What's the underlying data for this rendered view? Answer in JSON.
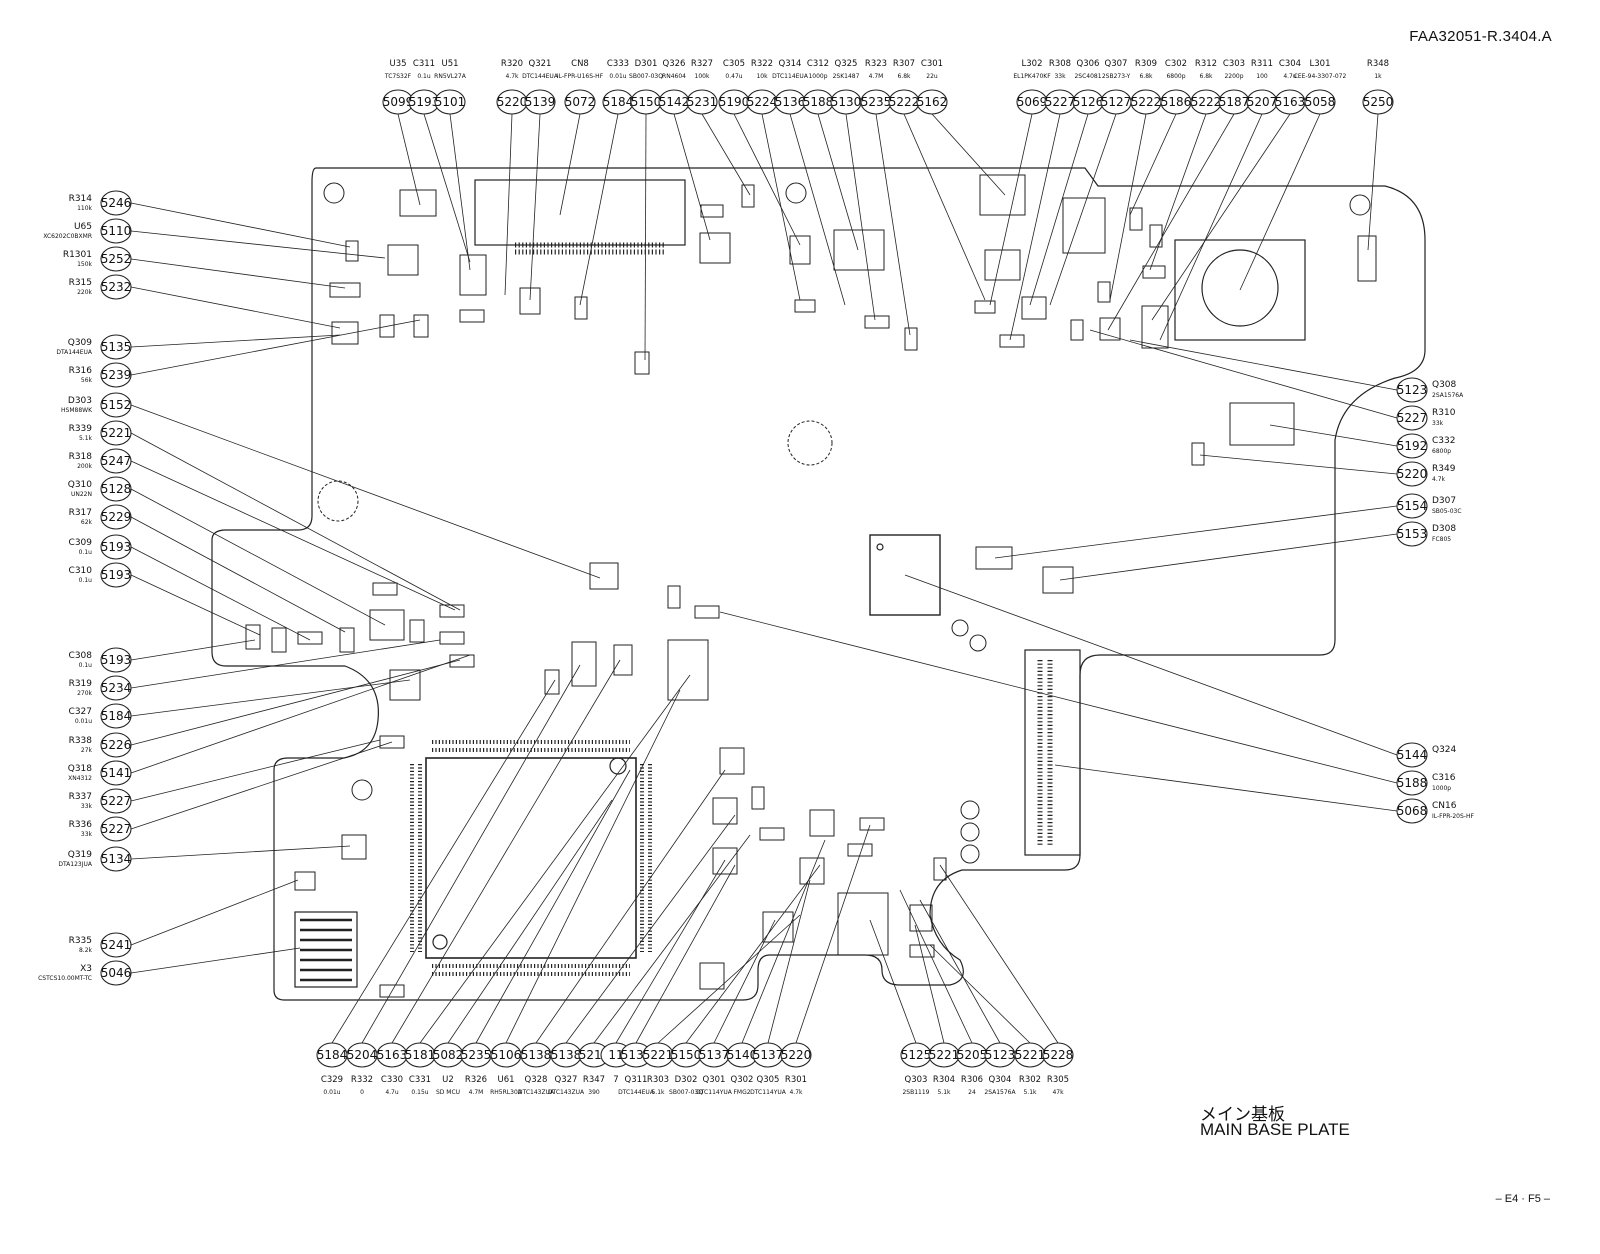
{
  "header": {
    "doc_id": "FAA32051-R.3404.A"
  },
  "footer": {
    "title_jp": "メイン基板",
    "title_en": "MAIN BASE PLATE",
    "page": "– E4 · F5 –"
  },
  "top_callouts": [
    {
      "ref": "U35",
      "val": "TC7S32F",
      "code": "5099"
    },
    {
      "ref": "C311",
      "val": "0.1u",
      "code": "5193"
    },
    {
      "ref": "U51",
      "val": "RN5VL27A",
      "code": "5101"
    },
    {
      "ref": "R320",
      "val": "4.7k",
      "code": "5220"
    },
    {
      "ref": "Q321",
      "val": "DTC144EUA",
      "code": "5139"
    },
    {
      "ref": "CN8",
      "val": "IL-FPR-U16S-HF",
      "code": "5072"
    },
    {
      "ref": "C333",
      "val": "0.01u",
      "code": "5184"
    },
    {
      "ref": "D301",
      "val": "SB007-03Q",
      "code": "5150"
    },
    {
      "ref": "Q326",
      "val": "RN4604",
      "code": "5142"
    },
    {
      "ref": "R327",
      "val": "100k",
      "code": "5231"
    },
    {
      "ref": "C305",
      "val": "0.47u",
      "code": "5190"
    },
    {
      "ref": "R322",
      "val": "10k",
      "code": "5224"
    },
    {
      "ref": "Q314",
      "val": "DTC114EUA",
      "code": "5136"
    },
    {
      "ref": "C312",
      "val": "1000p",
      "code": "5188"
    },
    {
      "ref": "Q325",
      "val": "2SK1487",
      "code": "5130"
    },
    {
      "ref": "R323",
      "val": "4.7M",
      "code": "5235"
    },
    {
      "ref": "R307",
      "val": "6.8k",
      "code": "5222"
    },
    {
      "ref": "C301",
      "val": "22u",
      "code": "5162"
    },
    {
      "ref": "L302",
      "val": "EL1PK470KF",
      "code": "5069"
    },
    {
      "ref": "R308",
      "val": "33k",
      "code": "5227"
    },
    {
      "ref": "Q306",
      "val": "2SC4081",
      "code": "5126"
    },
    {
      "ref": "Q307",
      "val": "2SB273-Y",
      "code": "5127"
    },
    {
      "ref": "R309",
      "val": "6.8k",
      "code": "5222"
    },
    {
      "ref": "C302",
      "val": "6800p",
      "code": "5186"
    },
    {
      "ref": "R312",
      "val": "6.8k",
      "code": "5222"
    },
    {
      "ref": "C303",
      "val": "2200p",
      "code": "5187"
    },
    {
      "ref": "R311",
      "val": "100",
      "code": "5207"
    },
    {
      "ref": "C304",
      "val": "4.7u",
      "code": "5163"
    },
    {
      "ref": "L301",
      "val": "CEE-94-3307-072",
      "code": "5058"
    },
    {
      "ref": "R348",
      "val": "1k",
      "code": "5250"
    }
  ],
  "left_callouts": [
    {
      "ref": "R314",
      "val": "110k",
      "code": "5246"
    },
    {
      "ref": "U65",
      "val": "XC6202C0BXMR",
      "code": "5110"
    },
    {
      "ref": "R1301",
      "val": "150k",
      "code": "5252"
    },
    {
      "ref": "R315",
      "val": "220k",
      "code": "5232"
    },
    {
      "ref": "Q309",
      "val": "DTA144EUA",
      "code": "5135"
    },
    {
      "ref": "R316",
      "val": "56k",
      "code": "5239"
    },
    {
      "ref": "D303",
      "val": "HSM88WK",
      "code": "5152"
    },
    {
      "ref": "R339",
      "val": "5.1k",
      "code": "5221"
    },
    {
      "ref": "R318",
      "val": "200k",
      "code": "5247"
    },
    {
      "ref": "Q310",
      "val": "UN22N",
      "code": "5128"
    },
    {
      "ref": "R317",
      "val": "62k",
      "code": "5229"
    },
    {
      "ref": "C309",
      "val": "0.1u",
      "code": "5193"
    },
    {
      "ref": "C310",
      "val": "0.1u",
      "code": "5193"
    },
    {
      "ref": "C308",
      "val": "0.1u",
      "code": "5193"
    },
    {
      "ref": "R319",
      "val": "270k",
      "code": "5234"
    },
    {
      "ref": "C327",
      "val": "0.01u",
      "code": "5184"
    },
    {
      "ref": "R338",
      "val": "27k",
      "code": "5226"
    },
    {
      "ref": "Q318",
      "val": "XN4312",
      "code": "5141"
    },
    {
      "ref": "R337",
      "val": "33k",
      "code": "5227"
    },
    {
      "ref": "R336",
      "val": "33k",
      "code": "5227"
    },
    {
      "ref": "Q319",
      "val": "DTA123JUA",
      "code": "5134"
    },
    {
      "ref": "R335",
      "val": "8.2k",
      "code": "5241"
    },
    {
      "ref": "X3",
      "val": "CSTCS10.00MT-TC",
      "code": "5046"
    }
  ],
  "right_callouts": [
    {
      "ref": "Q308",
      "val": "2SA1576A",
      "code": "5123"
    },
    {
      "ref": "R310",
      "val": "33k",
      "code": "5227"
    },
    {
      "ref": "C332",
      "val": "6800p",
      "code": "5192"
    },
    {
      "ref": "R349",
      "val": "4.7k",
      "code": "5220"
    },
    {
      "ref": "D307",
      "val": "SB05-03C",
      "code": "5154"
    },
    {
      "ref": "D308",
      "val": "FC805",
      "code": "5153"
    },
    {
      "ref": "Q324",
      "val": "",
      "code": "5144"
    },
    {
      "ref": "C316",
      "val": "1000p",
      "code": "5188"
    },
    {
      "ref": "CN16",
      "val": "IL-FPR-20S-HF",
      "code": "5068"
    }
  ],
  "bottom_callouts": [
    {
      "ref": "C329",
      "val": "0.01u",
      "code": "5184"
    },
    {
      "ref": "R332",
      "val": "0",
      "code": "5204"
    },
    {
      "ref": "C330",
      "val": "4.7u",
      "code": "5163"
    },
    {
      "ref": "C331",
      "val": "0.15u",
      "code": "5181"
    },
    {
      "ref": "U2",
      "val": "SD MCU",
      "code": "5082"
    },
    {
      "ref": "R326",
      "val": "4.7M",
      "code": "5235"
    },
    {
      "ref": "U61",
      "val": "RH5RL30A",
      "code": "5106"
    },
    {
      "ref": "Q328",
      "val": "DTC143ZUA",
      "code": "5138"
    },
    {
      "ref": "Q327",
      "val": "DTC143ZUA",
      "code": "5138"
    },
    {
      "ref": "R347",
      "val": "390",
      "code": "5211"
    },
    {
      "ref": "7",
      "val": "",
      "code": "11"
    },
    {
      "ref": "Q311",
      "val": "DTC144EUA",
      "code": "5139"
    },
    {
      "ref": "R303",
      "val": "5.1k",
      "code": "5221"
    },
    {
      "ref": "D302",
      "val": "SB007-03Q",
      "code": "5150"
    },
    {
      "ref": "Q301",
      "val": "DTC114YUA",
      "code": "5137"
    },
    {
      "ref": "Q302",
      "val": "FMG2",
      "code": "5140"
    },
    {
      "ref": "Q305",
      "val": "DTC114YUA",
      "code": "5137"
    },
    {
      "ref": "R301",
      "val": "4.7k",
      "code": "5220"
    },
    {
      "ref": "Q303",
      "val": "2SB1119",
      "code": "5125"
    },
    {
      "ref": "R304",
      "val": "5.1k",
      "code": "5221"
    },
    {
      "ref": "R306",
      "val": "24",
      "code": "5205"
    },
    {
      "ref": "Q304",
      "val": "2SA1576A",
      "code": "5123"
    },
    {
      "ref": "R302",
      "val": "5.1k",
      "code": "5221"
    },
    {
      "ref": "R305",
      "val": "47k",
      "code": "5228"
    }
  ]
}
